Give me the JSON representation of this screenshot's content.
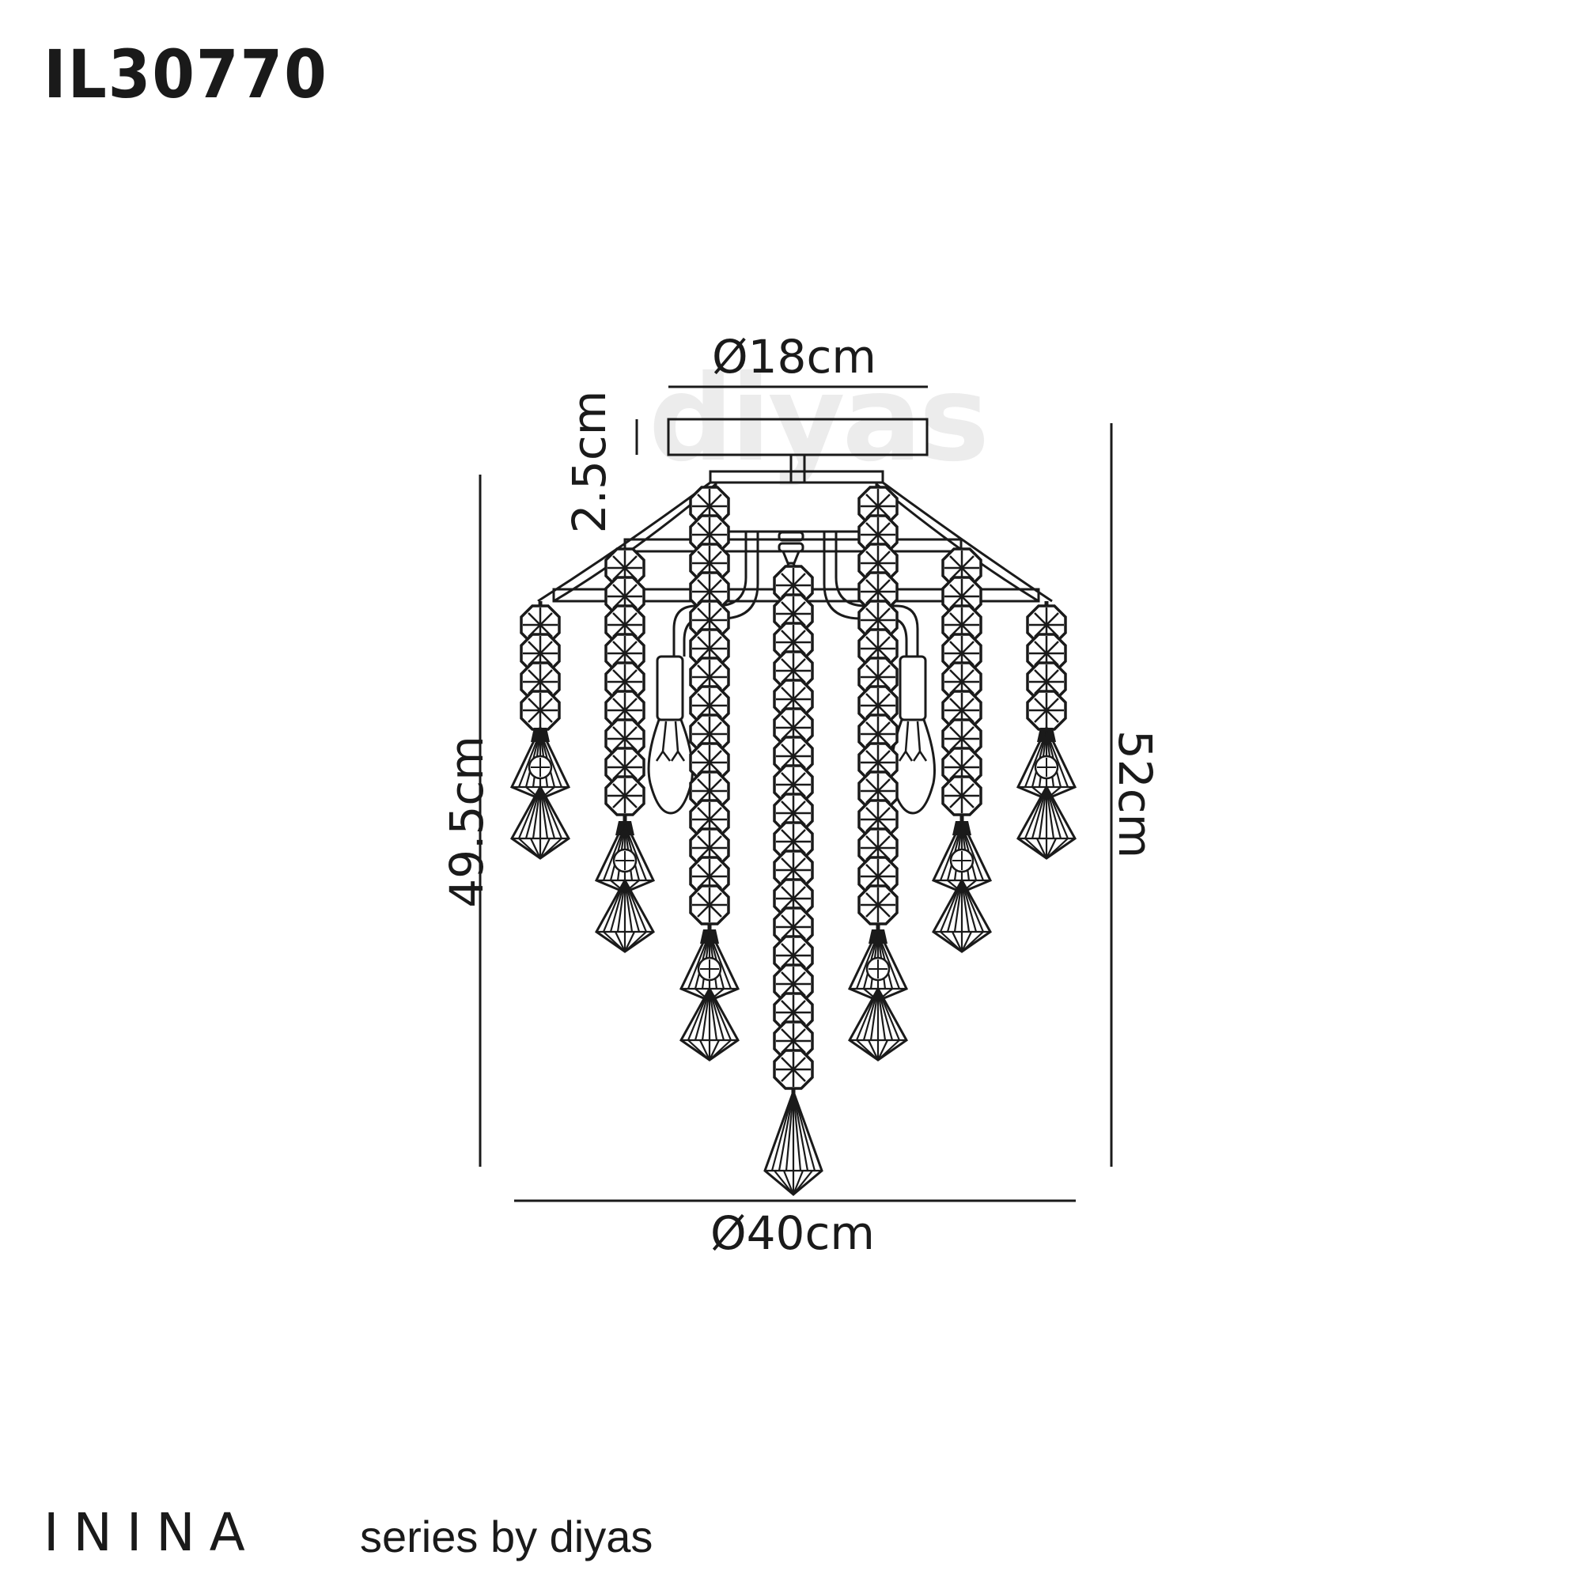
{
  "header": {
    "product_code": "IL30770"
  },
  "watermark": {
    "text": "diyas"
  },
  "dimensions": {
    "ceiling_plate_diameter": "Ø18cm",
    "ceiling_plate_height": "2.5cm",
    "body_height": "49.5cm",
    "overall_height": "52cm",
    "overall_diameter": "Ø40cm"
  },
  "drawing": {
    "subject": "crystal ceiling light",
    "lamp_count": 2,
    "crystal_strand_count": 7,
    "line_color": "#1a1a1a",
    "background": "#ffffff",
    "watermark_color": "#ececec"
  },
  "footer": {
    "series_name": "ININA",
    "series_by": "series by diyas"
  }
}
